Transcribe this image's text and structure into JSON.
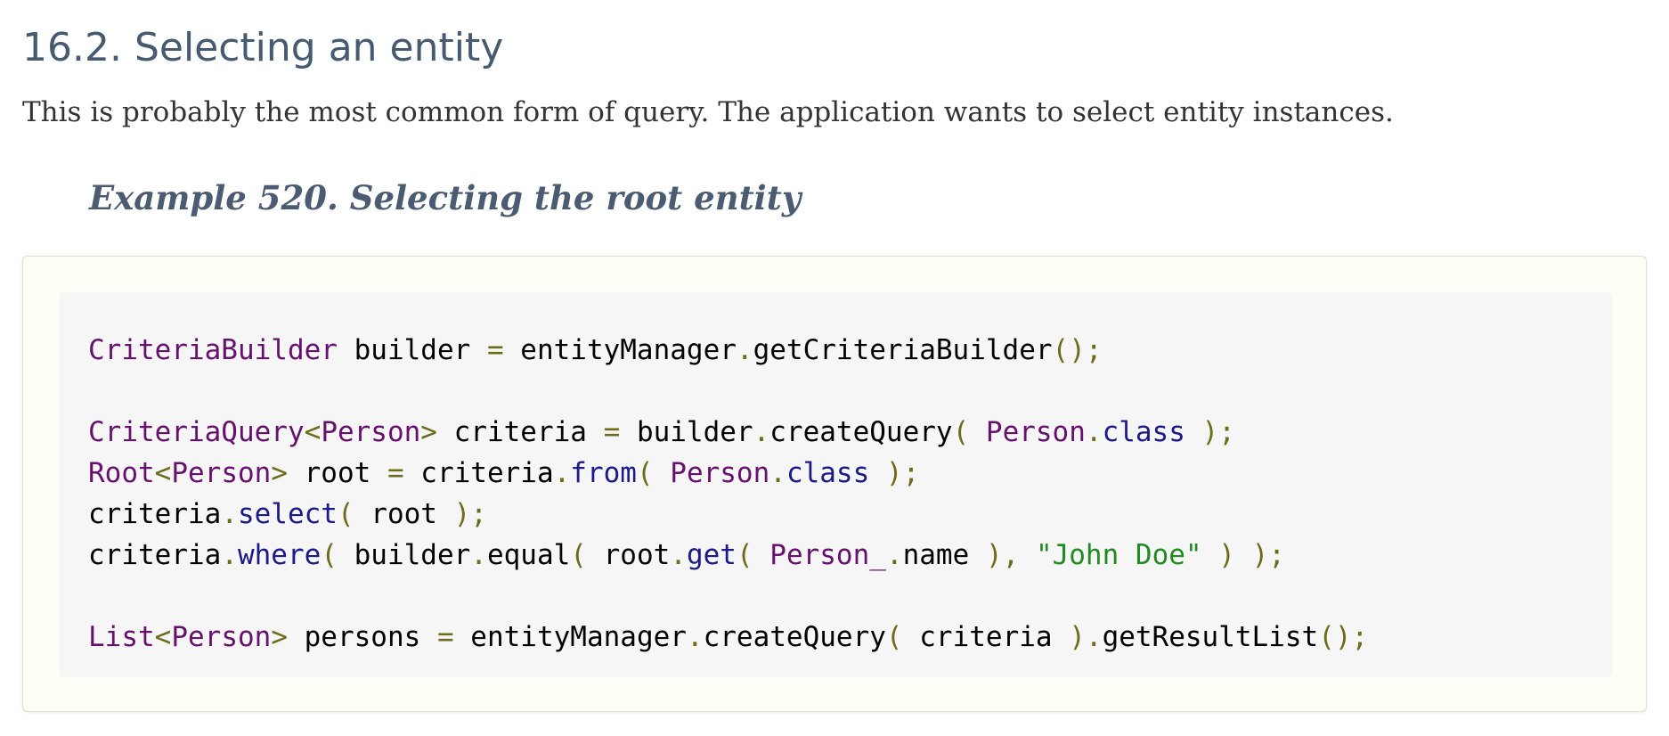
{
  "section": {
    "title": "16.2. Selecting an entity",
    "intro": "This is probably the most common form of query. The application wants to select entity instances."
  },
  "example": {
    "title": "Example 520. Selecting the root entity"
  },
  "code": {
    "language": "java",
    "lines": [
      [
        {
          "t": "CriteriaBuilder",
          "k": "type"
        },
        {
          "t": " builder ",
          "k": "id"
        },
        {
          "t": "=",
          "k": "pun"
        },
        {
          "t": " entityManager",
          "k": "id"
        },
        {
          "t": ".",
          "k": "pun"
        },
        {
          "t": "getCriteriaBuilder",
          "k": "id"
        },
        {
          "t": "();",
          "k": "pun"
        }
      ],
      [],
      [
        {
          "t": "CriteriaQuery",
          "k": "type"
        },
        {
          "t": "<",
          "k": "pun"
        },
        {
          "t": "Person",
          "k": "type"
        },
        {
          "t": ">",
          "k": "pun"
        },
        {
          "t": " criteria ",
          "k": "id"
        },
        {
          "t": "=",
          "k": "pun"
        },
        {
          "t": " builder",
          "k": "id"
        },
        {
          "t": ".",
          "k": "pun"
        },
        {
          "t": "createQuery",
          "k": "id"
        },
        {
          "t": "( ",
          "k": "pun"
        },
        {
          "t": "Person",
          "k": "type"
        },
        {
          "t": ".",
          "k": "pun"
        },
        {
          "t": "class",
          "k": "kw"
        },
        {
          "t": " );",
          "k": "pun"
        }
      ],
      [
        {
          "t": "Root",
          "k": "type"
        },
        {
          "t": "<",
          "k": "pun"
        },
        {
          "t": "Person",
          "k": "type"
        },
        {
          "t": ">",
          "k": "pun"
        },
        {
          "t": " root ",
          "k": "id"
        },
        {
          "t": "=",
          "k": "pun"
        },
        {
          "t": " criteria",
          "k": "id"
        },
        {
          "t": ".",
          "k": "pun"
        },
        {
          "t": "from",
          "k": "kw"
        },
        {
          "t": "( ",
          "k": "pun"
        },
        {
          "t": "Person",
          "k": "type"
        },
        {
          "t": ".",
          "k": "pun"
        },
        {
          "t": "class",
          "k": "kw"
        },
        {
          "t": " );",
          "k": "pun"
        }
      ],
      [
        {
          "t": "criteria",
          "k": "id"
        },
        {
          "t": ".",
          "k": "pun"
        },
        {
          "t": "select",
          "k": "kw"
        },
        {
          "t": "( ",
          "k": "pun"
        },
        {
          "t": "root ",
          "k": "id"
        },
        {
          "t": ");",
          "k": "pun"
        }
      ],
      [
        {
          "t": "criteria",
          "k": "id"
        },
        {
          "t": ".",
          "k": "pun"
        },
        {
          "t": "where",
          "k": "kw"
        },
        {
          "t": "( ",
          "k": "pun"
        },
        {
          "t": "builder",
          "k": "id"
        },
        {
          "t": ".",
          "k": "pun"
        },
        {
          "t": "equal",
          "k": "id"
        },
        {
          "t": "( ",
          "k": "pun"
        },
        {
          "t": "root",
          "k": "id"
        },
        {
          "t": ".",
          "k": "pun"
        },
        {
          "t": "get",
          "k": "kw"
        },
        {
          "t": "( ",
          "k": "pun"
        },
        {
          "t": "Person_",
          "k": "type"
        },
        {
          "t": ".",
          "k": "pun"
        },
        {
          "t": "name ",
          "k": "id"
        },
        {
          "t": "), ",
          "k": "pun"
        },
        {
          "t": "\"John Doe\"",
          "k": "str"
        },
        {
          "t": " ) );",
          "k": "pun"
        }
      ],
      [],
      [
        {
          "t": "List",
          "k": "type"
        },
        {
          "t": "<",
          "k": "pun"
        },
        {
          "t": "Person",
          "k": "type"
        },
        {
          "t": ">",
          "k": "pun"
        },
        {
          "t": " persons ",
          "k": "id"
        },
        {
          "t": "=",
          "k": "pun"
        },
        {
          "t": " entityManager",
          "k": "id"
        },
        {
          "t": ".",
          "k": "pun"
        },
        {
          "t": "createQuery",
          "k": "id"
        },
        {
          "t": "( ",
          "k": "pun"
        },
        {
          "t": "criteria ",
          "k": "id"
        },
        {
          "t": ").",
          "k": "pun"
        },
        {
          "t": "getResultList",
          "k": "id"
        },
        {
          "t": "();",
          "k": "pun"
        }
      ]
    ]
  },
  "colors": {
    "heading": "#465a70",
    "body_text": "#333333",
    "code_background": "#f6f6f6",
    "example_background": "#fffef7",
    "type": "#66116e",
    "keyword": "#1a1a88",
    "punctuation": "#6c6c1a",
    "string": "#218b21"
  }
}
